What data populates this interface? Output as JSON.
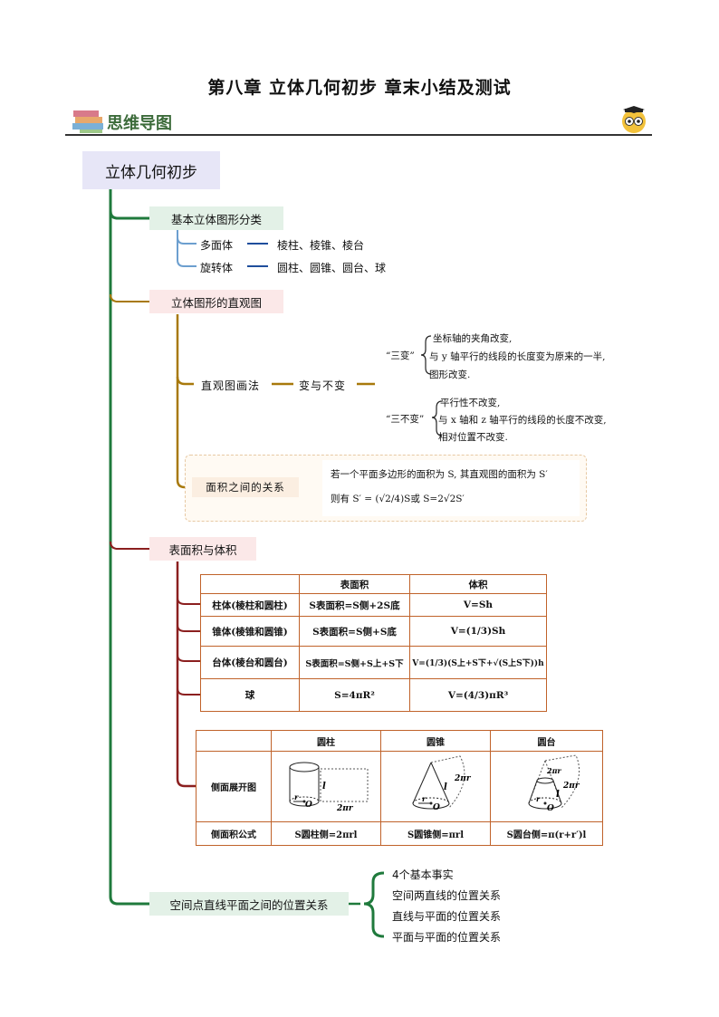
{
  "title": "第八章  立体几何初步  章末小结及测试",
  "banner": "思维导图",
  "icons": [
    "books-icon",
    "owl-icon"
  ],
  "root": "立体几何初步",
  "branch1": {
    "label": "基本立体图形分类",
    "items": [
      {
        "label": "多面体",
        "value": "棱柱、棱锥、棱台"
      },
      {
        "label": "旋转体",
        "value": "圆柱、圆锥、圆台、球"
      }
    ]
  },
  "branch2": {
    "label": "立体图形的直观图",
    "method": "直观图画法",
    "change": "变与不变",
    "san_bian": {
      "label": "“三变”",
      "lines": [
        "坐标轴的夹角改变,",
        "与 y 轴平行的线段的长度变为原来的一半,",
        "图形改变."
      ]
    },
    "san_bu_bian": {
      "label": "“三不变”",
      "lines": [
        "平行性不改变,",
        "与 x 轴和 z 轴平行的线段的长度不改变,",
        "相对位置不改变."
      ]
    },
    "area": {
      "label": "面积之间的关系",
      "line1": "若一个平面多边形的面积为 S, 其直观图的面积为 S′",
      "line2": "则有 S′ = (√2/4)S或 S=2√2S′"
    }
  },
  "branch3": {
    "label": "表面积与体积",
    "table1": {
      "headers": [
        "",
        "表面积",
        "体积"
      ],
      "rows": [
        [
          "柱体(棱柱和圆柱)",
          "S表面积=S侧+2S底",
          "V=Sh"
        ],
        [
          "锥体(棱锥和圆锥)",
          "S表面积=S侧+S底",
          "V=(1/3)Sh"
        ],
        [
          "台体(棱台和圆台)",
          "S表面积=S侧+S上+S下",
          "V=(1/3)(S上+S下+√(S上S下))h"
        ],
        [
          "球",
          "S=4πR²",
          "V=(4/3)πR³"
        ]
      ]
    },
    "table2": {
      "headers": [
        "",
        "圆柱",
        "圆锥",
        "圆台"
      ],
      "row1_label": "侧面展开图",
      "row2_label": "侧面积公式",
      "formulas": [
        "S圆柱侧=2πrl",
        "S圆锥侧=πrl",
        "S圆台侧=π(r+r′)l"
      ],
      "diagram_labels": {
        "l": "l",
        "two_pi_r": "2πr",
        "r": "r",
        "O": "O"
      }
    }
  },
  "branch4": {
    "label": "空间点直线平面之间的位置关系",
    "items": [
      "4个基本事实",
      "空间两直线的位置关系",
      "直线与平面的位置关系",
      "平面与平面的位置关系"
    ]
  },
  "colors": {
    "green": "#1f7a3c",
    "gold": "#a8790c",
    "red": "#8b1f1f",
    "table_border": "#c0622a"
  }
}
